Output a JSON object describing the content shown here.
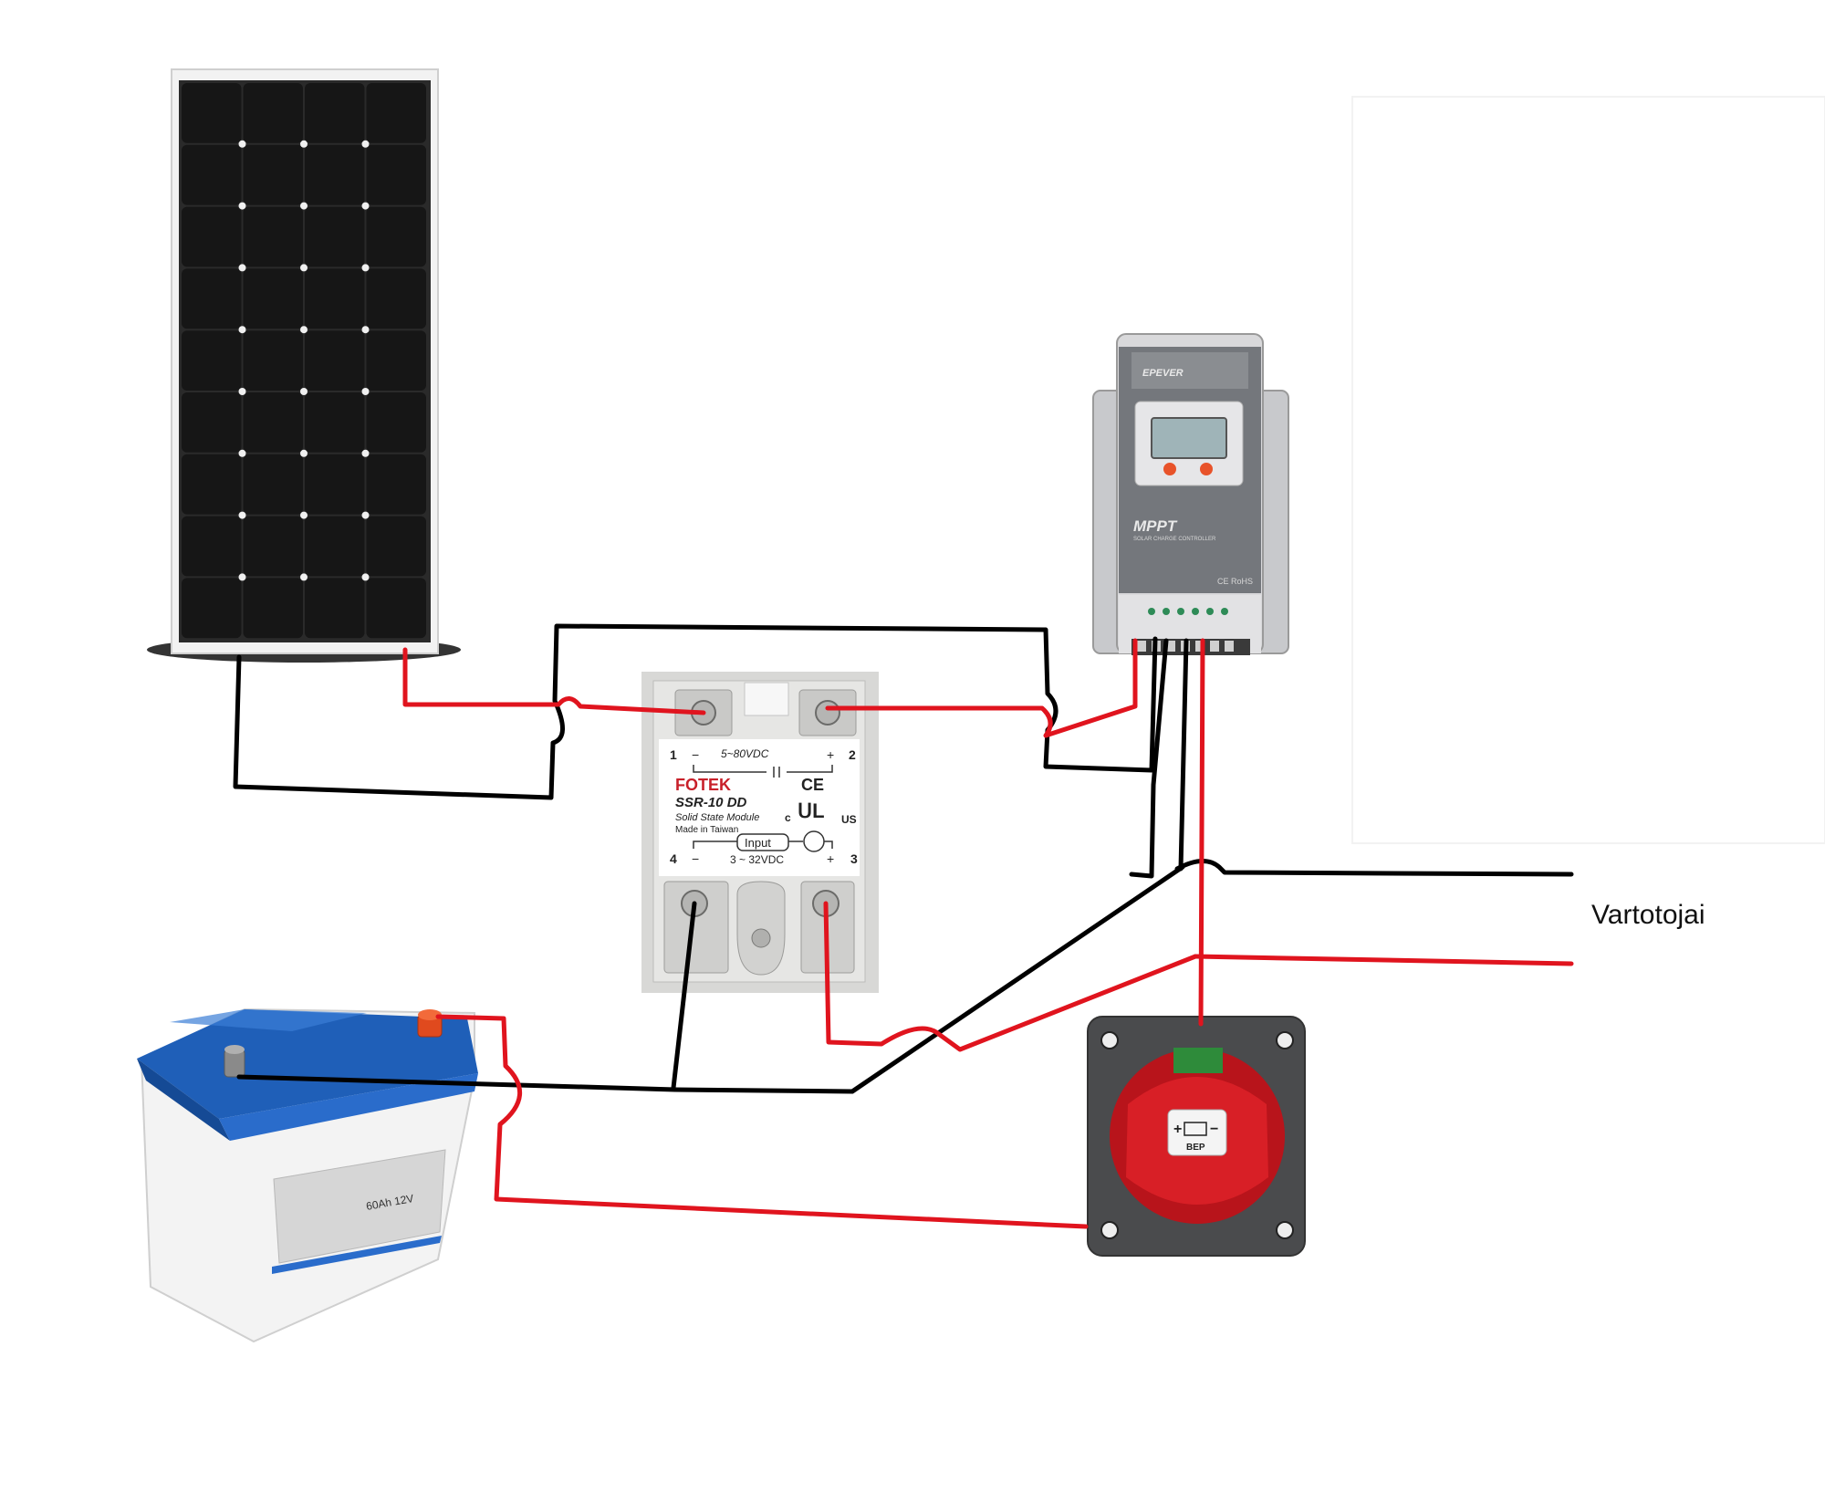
{
  "labels": {
    "consumers": "Vartotojai"
  },
  "ssr": {
    "brand": "FOTEK",
    "model": "SSR-10 DD",
    "subtitle": "Solid State Module",
    "origin": "Made in Taiwan",
    "load_voltage": "5~80VDC",
    "input_label": "Input",
    "input_voltage": "3 ~ 32VDC",
    "terminal_1": "1",
    "terminal_2": "2",
    "terminal_3": "3",
    "terminal_4": "4",
    "ce_mark": "CE",
    "us_mark": "US",
    "c_mark": "c",
    "plus": "+",
    "minus": "−"
  },
  "controller": {
    "brand": "EPEVER",
    "title": "MPPT",
    "subtitle": "SOLAR CHARGE CONTROLLER",
    "marks": "CE RoHS"
  },
  "battery": {
    "rating": "60Ah 12V"
  },
  "switch": {
    "brand": "BEP",
    "plus": "+",
    "minus": "−"
  },
  "colors": {
    "positive_wire": "#e0141e",
    "negative_wire": "#000000",
    "panel_cell": "#161616",
    "battery_lid": "#1f5fb8",
    "switch_knob": "#d81f26",
    "controller_body": "#7a7d82"
  }
}
